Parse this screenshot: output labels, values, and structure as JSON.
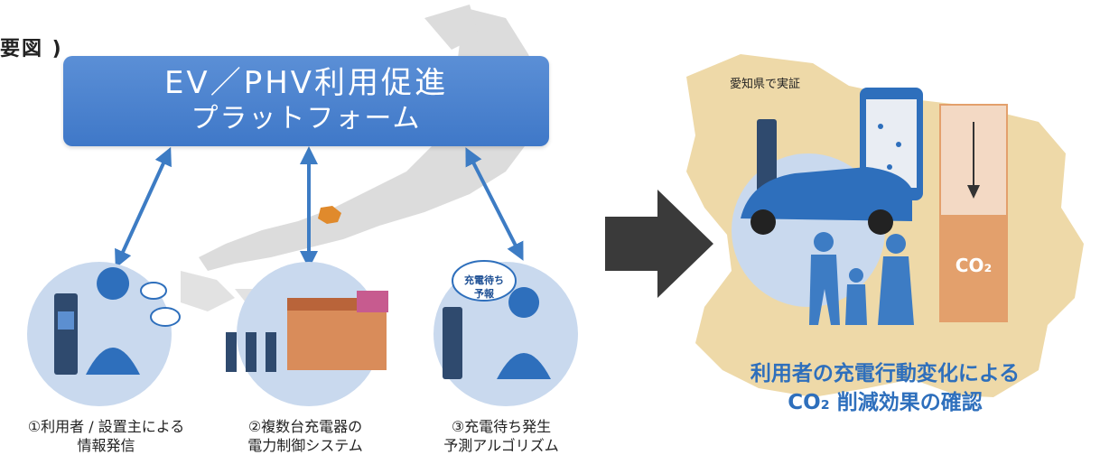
{
  "heading_fragment": "要図 )",
  "platform": {
    "line1": "EV／PHV利用促進",
    "line2": "プラットフォーム"
  },
  "components": [
    {
      "line1": "①利用者 / 設置主による",
      "line2": "情報発信"
    },
    {
      "line1": "②複数台充電器の",
      "line2": "電力制御システム"
    },
    {
      "line1": "③充電待ち発生",
      "line2": "予測アルゴリズム"
    }
  ],
  "speech_bubble": {
    "line1": "充電待ち",
    "line2": "予報"
  },
  "region_label": "愛知県で実証",
  "co2_label": "CO₂",
  "conclusion": {
    "line1": "利用者の充電行動変化による",
    "line2": "CO₂ 削減効果の確認"
  },
  "colors": {
    "platform_blue": "#4a83cf",
    "arrow_blue": "#3d7cc4",
    "circle_blue": "#c9d9ee",
    "map_gray": "#dadada",
    "aichi_orange": "#e08a2c",
    "region_tan": "#eed9a8",
    "co2_orange": "#e3a06c",
    "big_arrow": "#3a3a3a",
    "conclusion_blue": "#2e6fbc"
  }
}
